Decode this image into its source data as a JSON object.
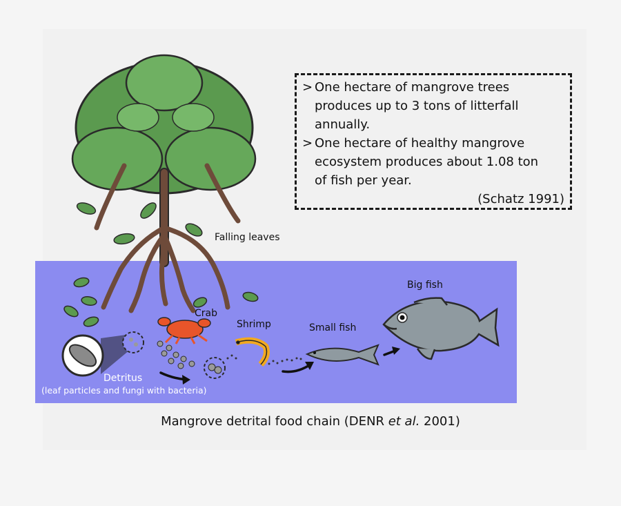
{
  "facts": [
    {
      "bullet": ">",
      "text": "One hectare of mangrove trees produces up to 3 tons of litterfall annually."
    },
    {
      "bullet": ">",
      "text": "One hectare of healthy mangrove ecosystem produces about 1.08 ton of fish per year."
    }
  ],
  "fact1_lines": [
    "One hectare of mangrove trees",
    "produces up to 3 tons of litterfall",
    "annually."
  ],
  "fact2_lines": [
    "One hectare of healthy mangrove",
    "ecosystem produces about 1.08 ton",
    "of fish per year."
  ],
  "citation": "(Schatz 1991)",
  "labels": {
    "falling_leaves": "Falling leaves",
    "crab": "Crab",
    "shrimp": "Shrimp",
    "small_fish": "Small fish",
    "big_fish": "Big fish",
    "detritus": "Detritus",
    "detritus_note": "(leaf particles and fungi with bacteria)"
  },
  "caption": {
    "before": "Mangrove detrital food chain (DENR ",
    "italic": "et al.",
    "after": " 2001)"
  },
  "colors": {
    "water": "#8b8bf0",
    "leaf": "#5b9a4f",
    "bark": "#6e4b3a",
    "crab": "#e8552a",
    "shrimp": "#f2a91f",
    "fish": "#8f9aa0"
  }
}
